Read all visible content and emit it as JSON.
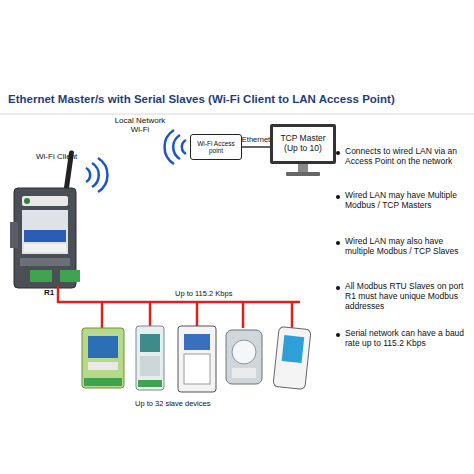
{
  "diagram": {
    "title": "Ethernet Master/s with Serial Slaves (Wi-Fi Client to LAN Access Point)",
    "nodes": [
      {
        "text": [
          "Wi-Fi Access point"
        ]
      },
      {
        "text": [
          "TCP Master (Up to 10)"
        ]
      }
    ],
    "edges": [
      {
        "from": 0,
        "to": 1,
        "label": "Ethernet",
        "arrow": "none"
      }
    ],
    "labels": [
      "Wi-Fi Client",
      "Local Network Wi-Fi",
      "R1",
      "Up to 115.2 Kbps",
      "Up to 32 slave devices",
      "Connects to wired LAN via an Access Point on the network",
      "Wired LAN may have Multiple Modbus / TCP Masters",
      "Wired LAN may also have multiple Modbus / TCP Slaves",
      "All Modbus RTU Slaves on port R1 must have unique Modbus addresses",
      "Serial network can have a baud rate up to 115.2 Kbps"
    ]
  }
}
